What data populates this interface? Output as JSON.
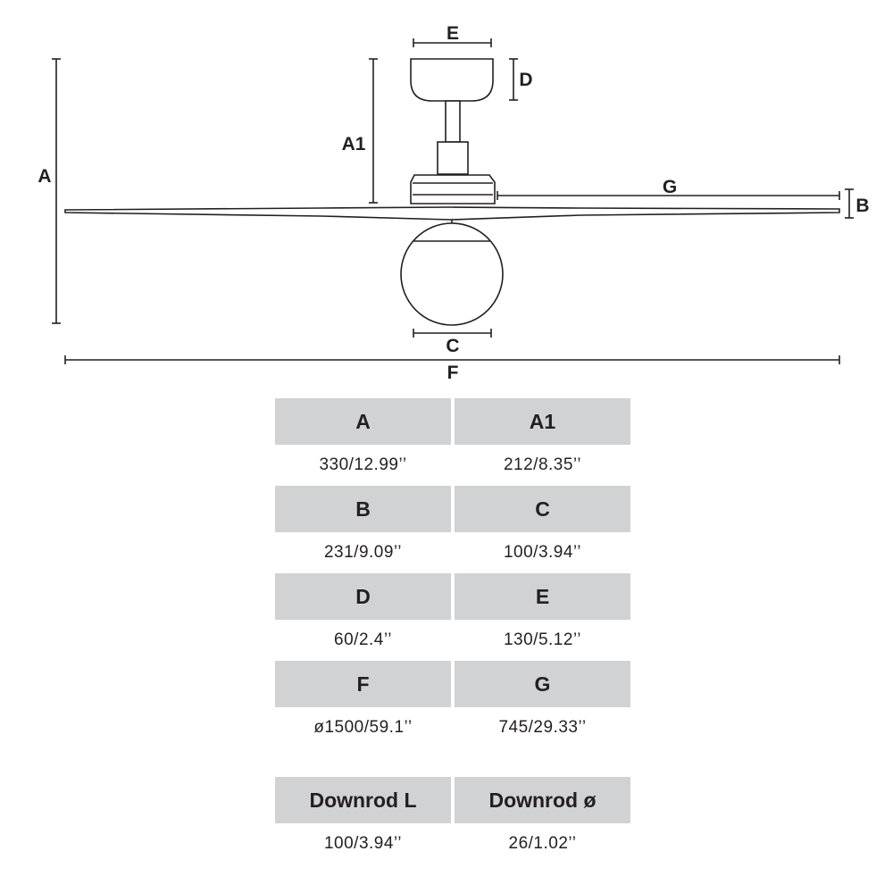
{
  "diagram": {
    "dimension_labels": {
      "a": "A",
      "a1": "A1",
      "b": "B",
      "c": "C",
      "d": "D",
      "e": "E",
      "f": "F",
      "g": "G"
    }
  },
  "specs": {
    "groups": [
      {
        "headers": [
          "A",
          "A1"
        ],
        "values": [
          "330/12.99’’",
          "212/8.35’’"
        ]
      },
      {
        "headers": [
          "B",
          "C"
        ],
        "values": [
          "231/9.09’’",
          "100/3.94’’"
        ]
      },
      {
        "headers": [
          "D",
          "E"
        ],
        "values": [
          "60/2.4’’",
          "130/5.12’’"
        ]
      },
      {
        "headers": [
          "F",
          "G"
        ],
        "values": [
          "ø1500/59.1’’",
          "745/29.33’’"
        ]
      }
    ],
    "downrod": {
      "headers": [
        "Downrod L",
        "Downrod ø"
      ],
      "values": [
        "100/3.94’’",
        "26/1.02’’"
      ]
    }
  }
}
